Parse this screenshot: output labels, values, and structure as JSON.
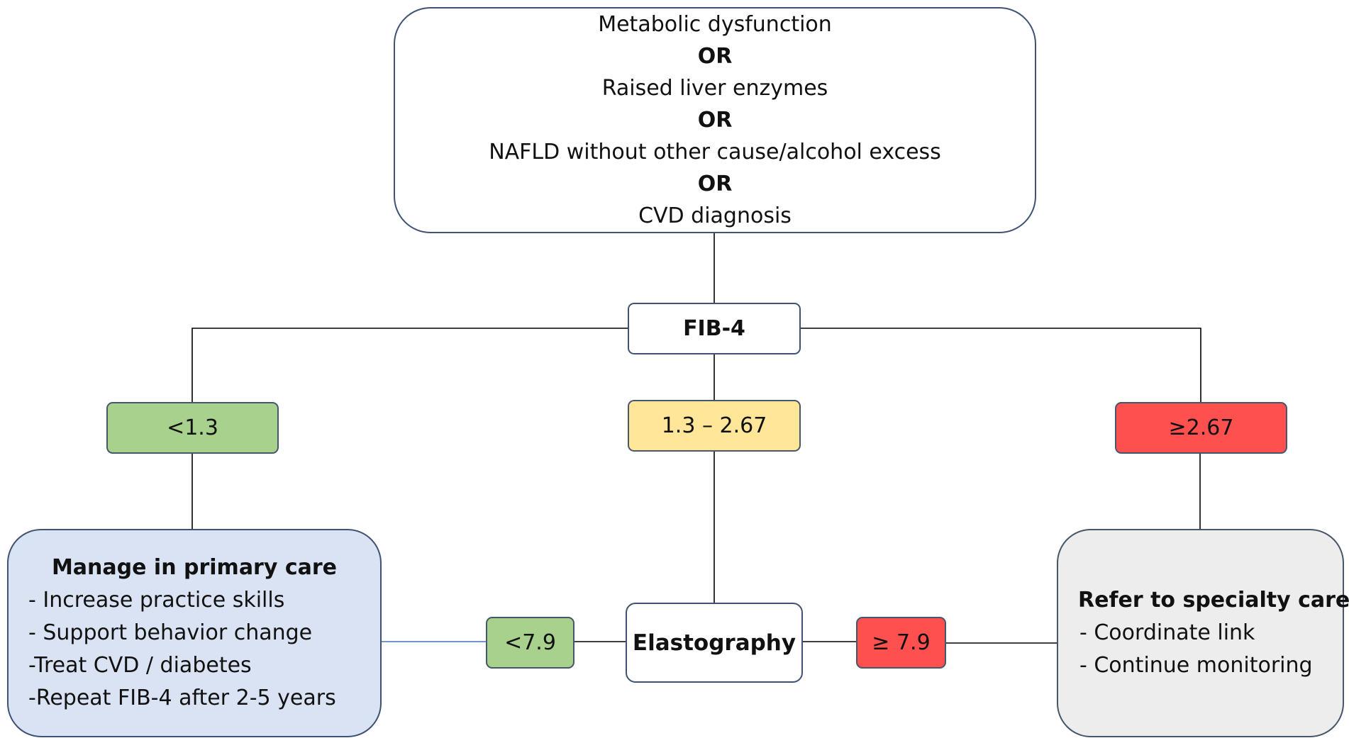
{
  "criteria": {
    "line1": "Metabolic dysfunction",
    "or1": "OR",
    "line2": "Raised liver enzymes",
    "or2": "OR",
    "line3": "NAFLD without other cause/alcohol excess",
    "or3": "OR",
    "line4": "CVD diagnosis"
  },
  "fib4": {
    "label": "FIB-4"
  },
  "thresholds": {
    "low": "<1.3",
    "mid": "1.3 – 2.67",
    "high": "≥2.67"
  },
  "elastography": {
    "label": "Elastography",
    "low": "<7.9",
    "high": "≥ 7.9"
  },
  "primary_care": {
    "title": "Manage in primary care",
    "items": [
      "- Increase practice skills",
      "- Support behavior change",
      "-Treat CVD / diabetes",
      "-Repeat FIB-4 after 2-5 years"
    ]
  },
  "specialty_care": {
    "title": "Refer to specialty care",
    "items": [
      "- Coordinate link",
      "- Continue monitoring"
    ]
  },
  "colors": {
    "green": "#a9d18e",
    "amber": "#ffe699",
    "red": "#ff5050",
    "blue_fill": "#dae3f3",
    "grey_fill": "#ededed",
    "border": "#3f5273"
  }
}
